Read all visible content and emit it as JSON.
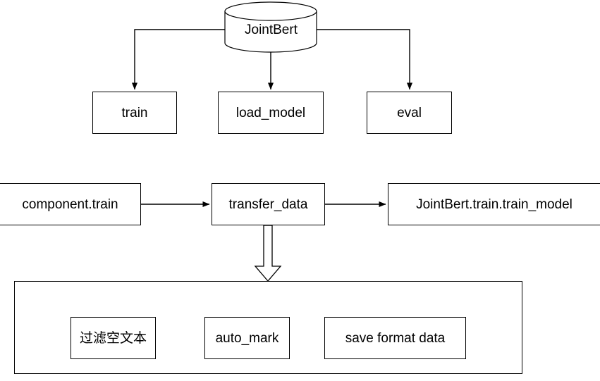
{
  "diagram": {
    "title_node": {
      "label": "JointBert",
      "shape": "cylinder"
    },
    "stroke_color": "#000000",
    "fill_color": "#ffffff",
    "background_color": "#ffffff",
    "groups": {
      "methods_row": {
        "nodes": [
          {
            "label": "train"
          },
          {
            "label": "load_model"
          },
          {
            "label": "eval"
          }
        ]
      },
      "pipeline_row": {
        "nodes": [
          {
            "label": "component.train"
          },
          {
            "label": "transfer_data"
          },
          {
            "label": "JointBert.train.train_model"
          }
        ]
      },
      "detail_group": {
        "nodes": [
          {
            "label": "过滤空文本"
          },
          {
            "label": "auto_mark"
          },
          {
            "label": "save format data"
          }
        ]
      }
    },
    "edges": [
      {
        "from": "JointBert",
        "to": "train",
        "style": "elbow-arrow"
      },
      {
        "from": "JointBert",
        "to": "load_model",
        "style": "straight-arrow"
      },
      {
        "from": "JointBert",
        "to": "eval",
        "style": "elbow-arrow"
      },
      {
        "from": "component.train",
        "to": "transfer_data",
        "style": "straight-arrow"
      },
      {
        "from": "transfer_data",
        "to": "JointBert.train.train_model",
        "style": "straight-arrow"
      },
      {
        "from": "transfer_data",
        "to": "detail_group",
        "style": "block-arrow"
      },
      {
        "from": "过滤空文本",
        "to": "auto_mark",
        "style": "straight-arrow"
      },
      {
        "from": "auto_mark",
        "to": "save format data",
        "style": "straight-arrow"
      }
    ]
  }
}
